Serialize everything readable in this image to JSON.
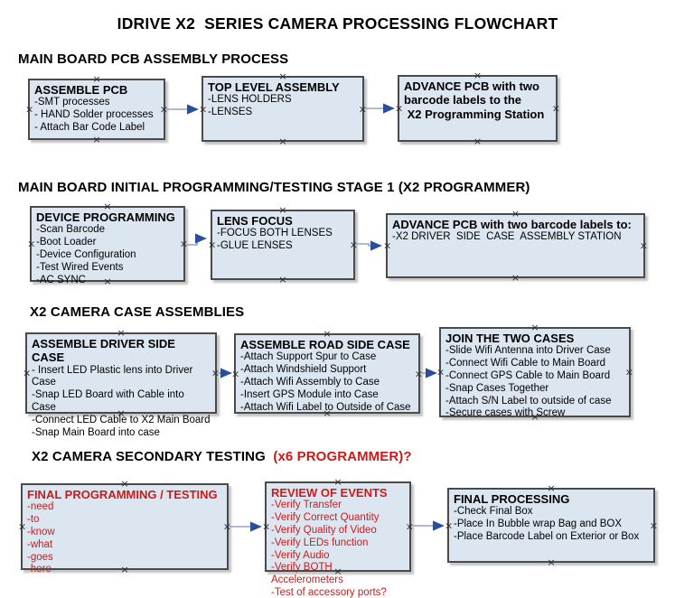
{
  "title": "IDRIVE X2  SERIES CAMERA PROCESSING FLOWCHART",
  "colors": {
    "box_fill": "#dce6f1",
    "box_border": "#4a4a4a",
    "accent_red": "#cc1a1a",
    "arrow_line": "#8fa6c6",
    "arrow_head": "#2b4d9e",
    "text": "#000000"
  },
  "icons": {
    "anchor_handle": "×"
  },
  "sections": [
    {
      "header": "MAIN BOARD PCB ASSEMBLY PROCESS",
      "header_highlight": "",
      "boxes": [
        {
          "title": "ASSEMBLE PCB",
          "items": [
            "-SMT processes",
            "- HAND Solder processes",
            "- Attach Bar Code Label"
          ]
        },
        {
          "title": "TOP LEVEL ASSEMBLY",
          "items": [
            "-LENS HOLDERS",
            "-LENSES"
          ]
        },
        {
          "title": "ADVANCE PCB with two\nbarcode labels to the\n X2 Programming Station",
          "items": []
        }
      ]
    },
    {
      "header": "MAIN BOARD INITIAL PROGRAMMING/TESTING STAGE 1 (X2 PROGRAMMER)",
      "header_highlight": "",
      "boxes": [
        {
          "title": "DEVICE PROGRAMMING",
          "items": [
            "-Scan Barcode",
            "-Boot Loader",
            "-Device Configuration",
            "-Test Wired Events",
            "-AC SYNC"
          ]
        },
        {
          "title": "LENS FOCUS",
          "items": [
            "-FOCUS BOTH LENSES",
            "-GLUE LENSES"
          ]
        },
        {
          "title": "ADVANCE PCB with two barcode labels to:",
          "items": [
            "-X2 DRIVER  SIDE  CASE  ASSEMBLY STATION"
          ]
        }
      ]
    },
    {
      "header": "X2 CAMERA CASE ASSEMBLIES",
      "header_highlight": "",
      "boxes": [
        {
          "title": "ASSEMBLE DRIVER SIDE CASE",
          "items": [
            "- Insert LED Plastic lens into Driver Case",
            "-Snap LED Board with Cable into Case",
            "-Connect LED Cable to X2 Main Board",
            "-Snap Main Board into case"
          ]
        },
        {
          "title": "ASSEMBLE ROAD SIDE CASE",
          "items": [
            "-Attach Support Spur to Case",
            "-Attach Windshield Support",
            "-Attach Wifi Assembly to Case",
            "-Insert GPS Module into Case",
            "-Attach Wifi Label to Outside of Case"
          ]
        },
        {
          "title": "JOIN THE TWO CASES",
          "items": [
            "-Slide Wifi Antenna into Driver Case",
            "-Connect Wifi Cable to Main Board",
            "-Connect GPS Cable to Main Board",
            "-Snap Cases Together",
            "-Attach S/N Label to outside of case",
            "-Secure cases with Screw"
          ]
        }
      ]
    },
    {
      "header": "X2 CAMERA SECONDARY TESTING ",
      "header_highlight": " (x6 PROGRAMMER)?",
      "boxes": [
        {
          "title": "FINAL PROGRAMMING / TESTING",
          "items": [
            "-need",
            "-to",
            "-know",
            "-what",
            "-goes",
            "-here"
          ]
        },
        {
          "title": "REVIEW OF EVENTS",
          "items": [
            "-Verify Transfer",
            "-Verify Correct Quantity",
            "-Verify Quality of Video",
            "-Verify LEDs function",
            "-Verify Audio",
            "-Verify BOTH Accelerometers",
            "-Test of accessory ports?"
          ]
        },
        {
          "title": "FINAL PROCESSING",
          "items": [
            "-Check Final Box",
            "-Place In Bubble wrap Bag and BOX",
            "-Place Barcode Label on Exterior or Box"
          ]
        }
      ]
    }
  ]
}
